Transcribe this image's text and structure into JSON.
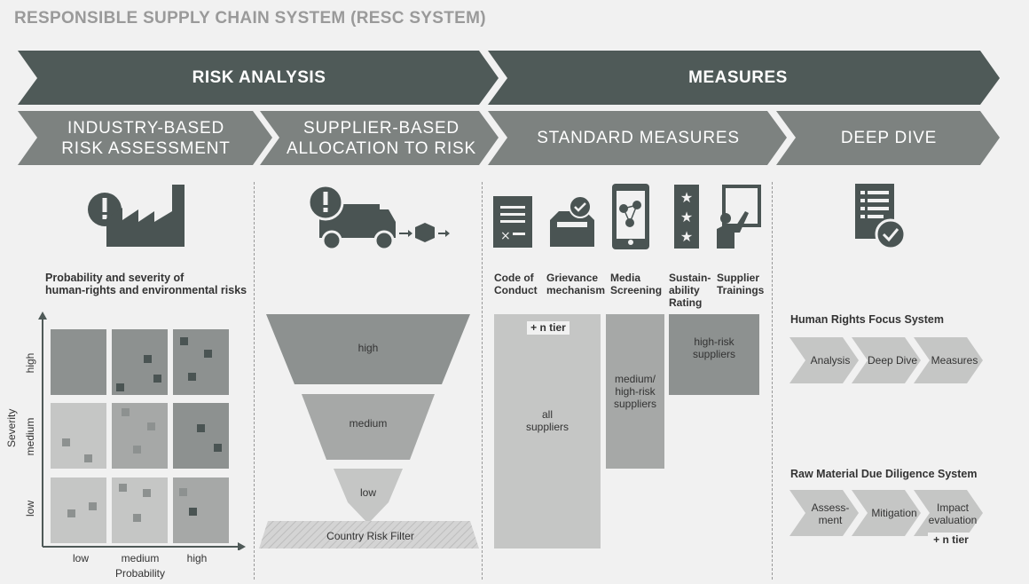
{
  "title": "RESPONSIBLE SUPPLY CHAIN SYSTEM (RESC SYSTEM)",
  "top_band": {
    "risk_analysis": "RISK ANALYSIS",
    "measures": "MEASURES"
  },
  "sub_band": {
    "industry_line1": "INDUSTRY-BASED",
    "industry_line2": "RISK ASSESSMENT",
    "supplier_line1": "SUPPLIER-BASED",
    "supplier_line2": "ALLOCATION TO RISK",
    "standard": "STANDARD MEASURES",
    "deep_dive": "DEEP DIVE"
  },
  "matrix": {
    "heading_line1": "Probability and severity of",
    "heading_line2": "human-rights and environmental risks",
    "y_axis_label": "Severity",
    "y_ticks": [
      "high",
      "medium",
      "low"
    ],
    "x_ticks": [
      "low",
      "medium",
      "high"
    ],
    "x_axis_label": "Probability"
  },
  "funnel": {
    "levels": [
      "high",
      "medium",
      "low"
    ],
    "filter_label": "Country Risk Filter"
  },
  "standard_measures": {
    "items": [
      {
        "l1": "Code of",
        "l2": "Conduct",
        "l3": ""
      },
      {
        "l1": "Grievance",
        "l2": "mechanism",
        "l3": ""
      },
      {
        "l1": "Media",
        "l2": "Screening",
        "l3": ""
      },
      {
        "l1": "Sustain-",
        "l2": "ability",
        "l3": "Rating"
      },
      {
        "l1": "Supplier",
        "l2": "Trainings",
        "l3": ""
      }
    ],
    "n_tier": "+ n tier",
    "all_l1": "all",
    "all_l2": "suppliers",
    "med_l1": "medium/",
    "med_l2": "high-risk",
    "med_l3": "suppliers",
    "high_l1": "high-risk",
    "high_l2": "suppliers"
  },
  "deep_dive": {
    "hr_title": "Human Rights Focus System",
    "hr_steps": [
      "Analysis",
      "Deep Dive",
      "Measures"
    ],
    "rm_title": "Raw Material Due Diligence System",
    "rm_steps": [
      {
        "l1": "Assess-",
        "l2": "ment"
      },
      {
        "l1": "Mitigation",
        "l2": ""
      },
      {
        "l1": "Impact",
        "l2": "evaluation"
      }
    ],
    "n_tier": "+ n tier"
  },
  "colors": {
    "dark_band": "#4f5a58",
    "mid_band": "#7d8280",
    "icon": "#4a5453",
    "light_gray": "#c8c8c8"
  }
}
